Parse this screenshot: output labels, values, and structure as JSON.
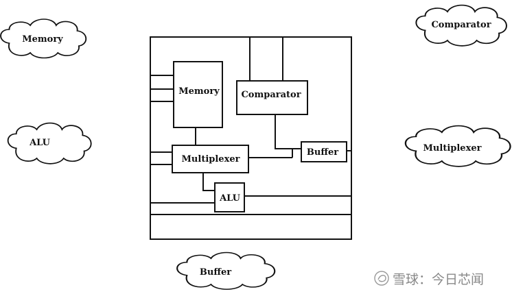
{
  "clouds": {
    "memory": "Memory",
    "comparator": "Comparator",
    "alu": "ALU",
    "multiplexer": "Multiplexer",
    "buffer": "Buffer"
  },
  "blocks": {
    "memory": "Memory",
    "comparator": "Comparator",
    "multiplexer": "Multiplexer",
    "buffer": "Buffer",
    "alu": "ALU"
  },
  "watermark": {
    "text": "雪球：今日芯闻",
    "icon": "snowball-logo-icon"
  },
  "colors": {
    "stroke": "#111111",
    "watermark": "#888888"
  }
}
